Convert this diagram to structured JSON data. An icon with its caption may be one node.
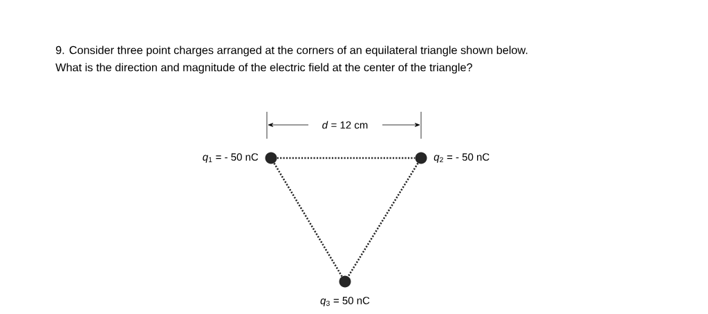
{
  "diagram": {
    "nodes": [
      {
        "text": [],
        "shape": "circle",
        "beside": [
          "*q*$_{1}$ = - 50 nC"
        ]
      },
      {
        "text": [],
        "shape": "circle",
        "beside": [
          "*q*$_{2}$ = - 50 nC"
        ]
      },
      {
        "text": [],
        "shape": "circle",
        "beside": [
          "*q*$_{3}$ = 50 nC"
        ]
      }
    ],
    "edges": [
      {
        "from": 0,
        "to": 1,
        "arrow": "none"
      },
      {
        "from": 0,
        "to": 2,
        "arrow": "none"
      },
      {
        "from": 1,
        "to": 2,
        "arrow": "none"
      }
    ],
    "labels": [
      "9. Consider three point charges arranged at the corners of an equilateral triangle shown below.",
      "What is the direction and magnitude of the electric field at the center of the triangle?",
      "*d* = 12 cm"
    ]
  }
}
